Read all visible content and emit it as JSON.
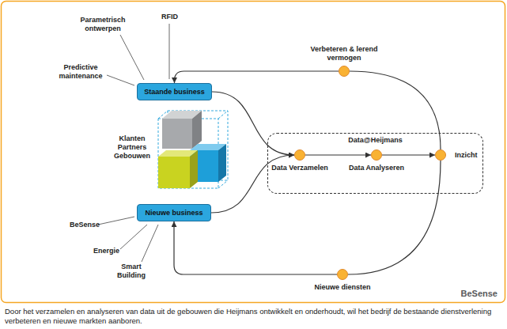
{
  "diagram": {
    "caption": "Door het verzamelen en analyseren van data uit de gebouwen die Heijmans ontwikkelt en onderhoudt, wil het bedrijf de bestaande dienstverlening verbeteren en nieuwe markten aanboren.",
    "nodes": [
      {
        "text": [
          "Verbeteren & lerend vermogen"
        ]
      },
      {
        "text": [
          "Staande business"
        ]
      },
      {
        "text": [
          "Data@Heijmans"
        ]
      },
      {
        "text": [
          "Data Verzamelen"
        ],
        "in": 2
      },
      {
        "text": [
          "Data Analyseren"
        ],
        "in": 2
      },
      {
        "text": [
          "Inzicht"
        ],
        "in": 2
      },
      {
        "text": [
          "Nieuwe business"
        ]
      },
      {
        "text": [
          "Nieuwe diensten"
        ]
      }
    ],
    "edges": [
      {
        "from": 1,
        "to": 3,
        "arrow": "to"
      },
      {
        "from": 6,
        "to": 3,
        "arrow": "to"
      },
      {
        "from": 3,
        "to": 4,
        "arrow": "to"
      },
      {
        "from": 4,
        "to": 5,
        "arrow": "to"
      },
      {
        "from": 5,
        "to": 0,
        "arrow": "none"
      },
      {
        "from": 0,
        "to": 1,
        "arrow": "to"
      },
      {
        "from": 5,
        "to": 7,
        "arrow": "none"
      },
      {
        "from": 7,
        "to": 6,
        "arrow": "to"
      }
    ],
    "labels": [
      "Parametrisch ontwerpen",
      "RFID",
      "Predictive maintenance",
      "Klanten Partners Gebouwen",
      "BeSense",
      "Energie",
      "Smart Building",
      "BeSense"
    ]
  }
}
